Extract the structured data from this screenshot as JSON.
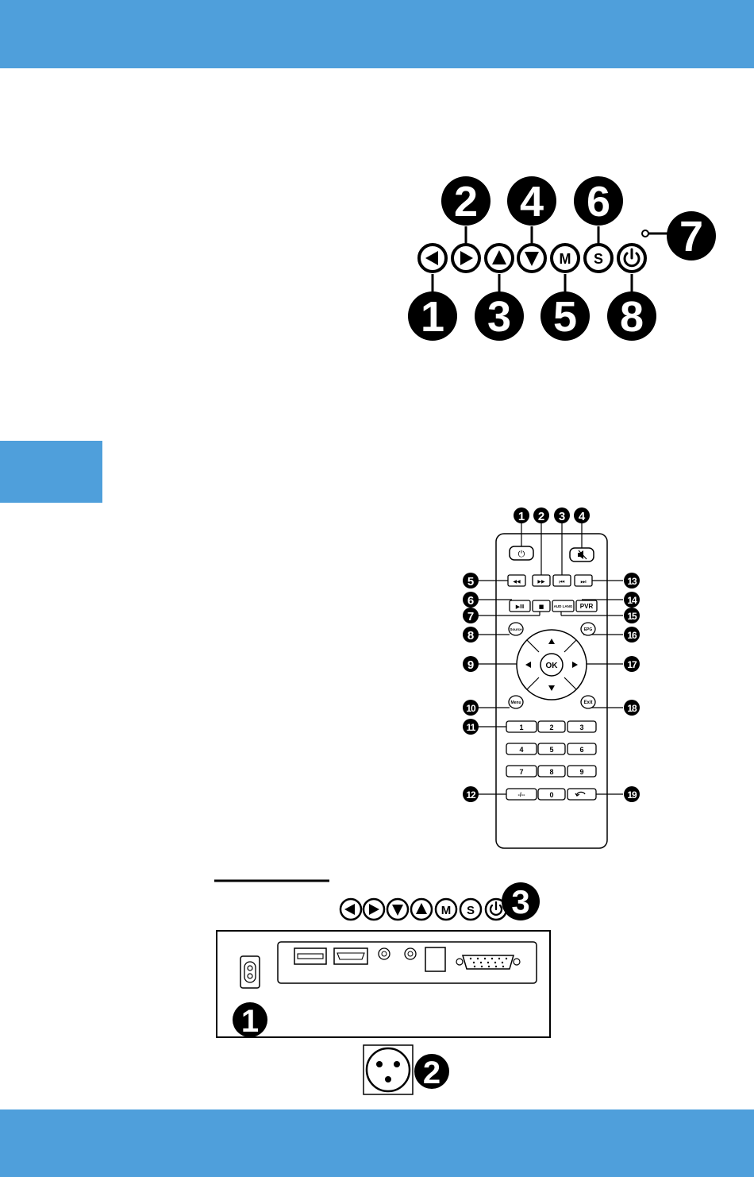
{
  "colors": {
    "accent_band": "#4f9fdb",
    "ink": "#000000",
    "paper": "#ffffff"
  },
  "panel_buttons": {
    "buttons": [
      {
        "name": "left-arrow",
        "icon": "triangle-left-icon"
      },
      {
        "name": "right-arrow",
        "icon": "triangle-right-icon"
      },
      {
        "name": "up-arrow",
        "icon": "triangle-up-icon"
      },
      {
        "name": "down-arrow",
        "icon": "triangle-down-icon"
      },
      {
        "name": "menu",
        "label": "M"
      },
      {
        "name": "source",
        "label": "S"
      },
      {
        "name": "power",
        "icon": "power-icon"
      }
    ],
    "callouts": [
      "1",
      "2",
      "3",
      "4",
      "5",
      "6",
      "7",
      "8"
    ]
  },
  "remote": {
    "callouts": [
      "1",
      "2",
      "3",
      "4",
      "5",
      "6",
      "7",
      "8",
      "9",
      "10",
      "11",
      "12",
      "13",
      "14",
      "15",
      "16",
      "17",
      "18",
      "19"
    ],
    "keys": {
      "power_icon": "⏻",
      "mute_icon": "mute-icon",
      "rewind": "◀◀",
      "forward": "▶▶",
      "prev": "⏮",
      "next": "⏭",
      "play_pause": "▶II",
      "stop": "■",
      "aud_lang": "AUD LANG",
      "pvr": "PVR",
      "source": "Source",
      "epg": "EPG",
      "ok": "OK",
      "menu": "Menu",
      "exit": "Exit",
      "digits": [
        "1",
        "2",
        "3",
        "4",
        "5",
        "6",
        "7",
        "8",
        "9"
      ],
      "dash": "-/--",
      "zero": "0",
      "recall": "recall-icon"
    }
  },
  "back_panel": {
    "top_buttons": [
      {
        "icon": "triangle-left-icon"
      },
      {
        "icon": "triangle-right-icon"
      },
      {
        "icon": "triangle-down-icon"
      },
      {
        "icon": "triangle-up-icon"
      },
      {
        "label": "M"
      },
      {
        "label": "S"
      },
      {
        "icon": "power-icon"
      }
    ],
    "callouts": [
      "1",
      "2",
      "3"
    ],
    "ports": [
      "power-inlet-icon",
      "usb-port-icon",
      "hdmi-port-icon",
      "headphone-jack-icon",
      "audio-jack-icon",
      "optical-port-icon",
      "vga-port-icon",
      "xlr-connector-icon"
    ]
  }
}
